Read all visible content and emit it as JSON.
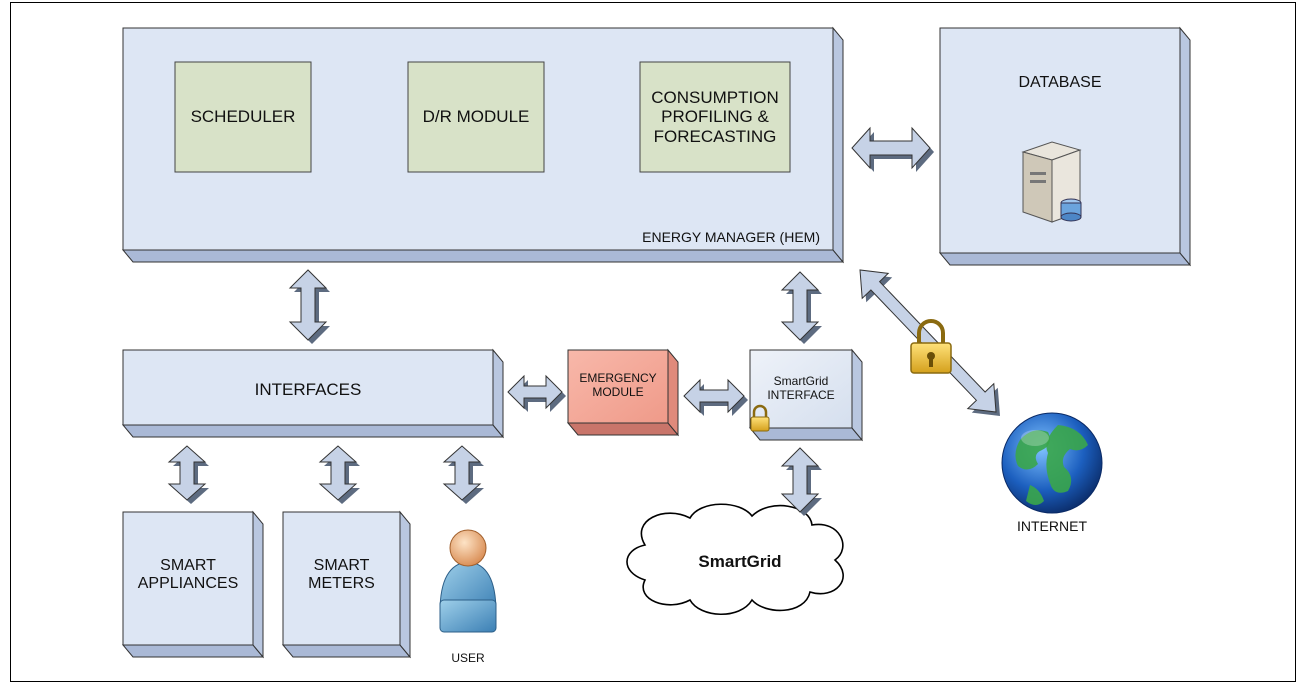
{
  "energy_manager": {
    "label": "ENERGY MANAGER (HEM)",
    "modules": [
      "SCHEDULER",
      "D/R MODULE",
      "CONSUMPTION PROFILING & FORECASTING"
    ]
  },
  "database": {
    "label": "DATABASE",
    "icon": "server-database-icon"
  },
  "interfaces": {
    "label": "INTERFACES"
  },
  "emergency_module": {
    "label": "EMERGENCY MODULE",
    "color": "#f6a99a"
  },
  "smartgrid_interface": {
    "label": "SmartGrid INTERFACE",
    "icon": "padlock-icon"
  },
  "smartgrid": {
    "label": "SmartGrid"
  },
  "internet": {
    "label": "INTERNET",
    "icon": "globe-icon"
  },
  "devices": [
    {
      "label": "SMART APPLIANCES"
    },
    {
      "label": "SMART METERS"
    }
  ],
  "user": {
    "label": "USER",
    "icon": "user-icon"
  },
  "colors": {
    "box_face": "#dde6f4",
    "box_side": "#aab9d6",
    "module_fill": "#d8e2c8",
    "arrow_fill": "#c6d2e6",
    "arrow_dark": "#5d6b80"
  }
}
